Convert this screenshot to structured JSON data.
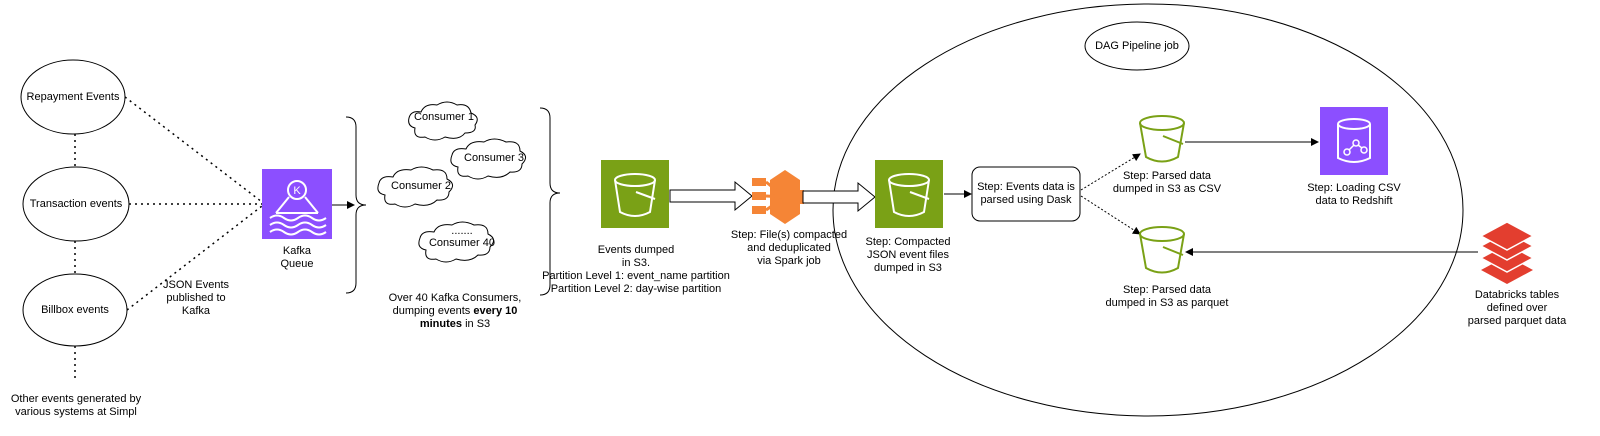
{
  "title_node": "DAG Pipeline job",
  "sources": {
    "repayment": "Repayment Events",
    "transaction": "Transaction events",
    "billbox": "Billbox events",
    "other_line1": "Other events generated by",
    "other_line2": "various systems at Simpl",
    "json_line1": "JSON Events",
    "json_line2": "published to",
    "json_line3": "Kafka"
  },
  "kafka": {
    "line1": "Kafka",
    "line2": "Queue"
  },
  "consumers": {
    "c1": "Consumer 1",
    "c2": "Consumer 2",
    "c3": "Consumer 3",
    "dots": ".......",
    "c40": "Consumer 40",
    "note_line1": "Over 40 Kafka Consumers,",
    "note_line2_a": "dumping events ",
    "note_line2_b": "every 10",
    "note_line3_a": "minutes",
    "note_line3_b": " in S3"
  },
  "s3_raw": {
    "line1": "Events dumped",
    "line2": "in S3.",
    "line3": "Partition Level 1: event_name partition",
    "line4": "Partition Level 2: day-wise partition"
  },
  "spark": {
    "line1": "Step: File(s) compacted",
    "line2": "and deduplicated",
    "line3": "via Spark job"
  },
  "compacted": {
    "line1": "Step: Compacted",
    "line2": "JSON event files",
    "line3": "dumped in S3"
  },
  "dask": {
    "line1": "Step: Events data is",
    "line2": "parsed using Dask"
  },
  "csv": {
    "line1": "Step: Parsed data",
    "line2": "dumped in S3 as CSV"
  },
  "parquet": {
    "line1": "Step: Parsed data",
    "line2": "dumped in S3 as parquet"
  },
  "redshift": {
    "line1": "Step: Loading CSV",
    "line2": "data to Redshift"
  },
  "databricks": {
    "line1": "Databricks tables",
    "line2": "defined over",
    "line3": "parsed parquet data"
  },
  "colors": {
    "s3_green": "#7AA116",
    "kafka_purple": "#8C4FFF",
    "spark_orange": "#F58536",
    "databricks_red": "#E33E2F"
  },
  "icons": [
    "s3-bucket-icon",
    "kafka-icon",
    "spark-icon",
    "redshift-icon",
    "databricks-icon"
  ]
}
